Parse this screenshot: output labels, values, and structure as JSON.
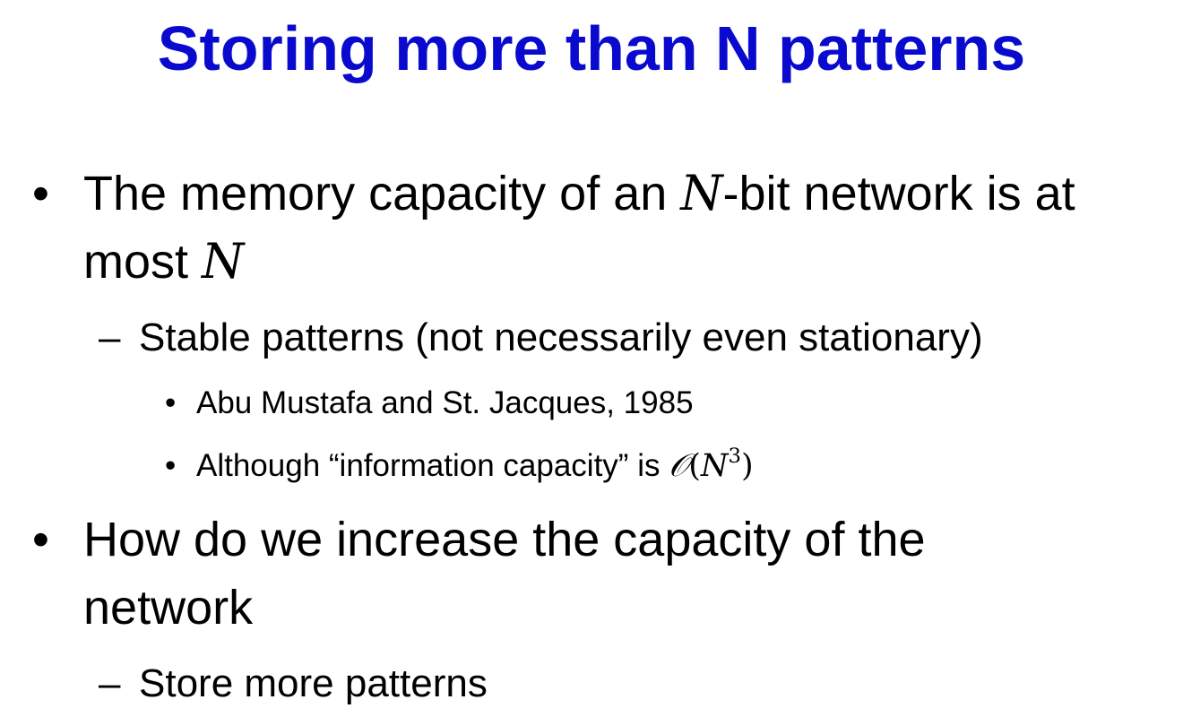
{
  "slide": {
    "title": "Storing more than N patterns",
    "bullets": [
      {
        "marker": "•",
        "line1_pre": "The memory capacity of an ",
        "line1_math": "N",
        "line1_post": "-bit network is at",
        "line2_pre": "most ",
        "line2_math": "N",
        "subitems": [
          {
            "marker": "–",
            "text": "Stable patterns (not necessarily even stationary)",
            "subitems": [
              {
                "marker": "•",
                "text": "Abu Mustafa and St. Jacques, 1985"
              },
              {
                "marker": "•",
                "text_pre": "Although “information capacity” is ",
                "math_O": "𝒪",
                "math_open": "(",
                "math_var": "N",
                "math_exp": "3",
                "math_close": ")"
              }
            ]
          }
        ]
      },
      {
        "marker": "•",
        "line1": "How do we increase the capacity of the",
        "line2": "network",
        "subitems": [
          {
            "marker": "–",
            "text": "Store more patterns"
          }
        ]
      }
    ]
  }
}
